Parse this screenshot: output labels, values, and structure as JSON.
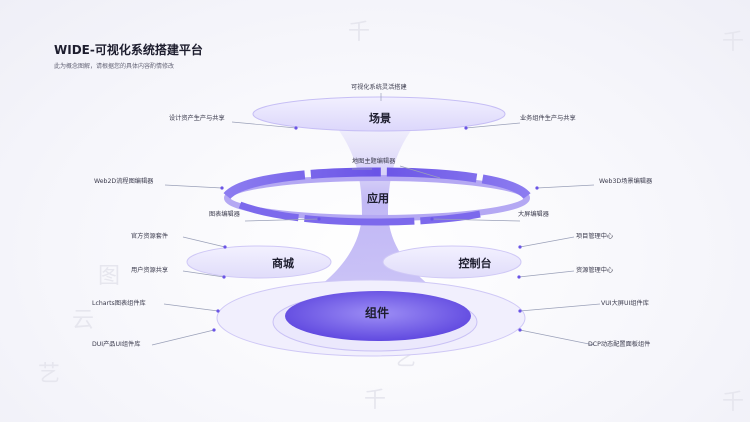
{
  "title": "WIDE-可视化系统搭建平台",
  "subtitle": "此为概念图解，请根据您的具体内容酌情修改",
  "layers": {
    "top": "场景",
    "ring": "应用",
    "left": "商城",
    "right": "控制台",
    "base": "组件"
  },
  "labels": {
    "scene_top": "可视化系统灵活搭建",
    "scene_left": "设计资产生产与共享",
    "scene_right": "业务组件生产与共享",
    "app_top": "地图主题编辑器",
    "app_left_top": "Web2D流程图编辑器",
    "app_right_top": "Web3D场景编辑器",
    "app_left_bottom": "图表编辑器",
    "app_right_bottom": "大屏编辑器",
    "mall_top": "官方资源套件",
    "mall_bottom": "用户资源共享",
    "console_top": "项目管理中心",
    "console_bottom": "资源管理中心",
    "comp_left_top": "Lcharts图表组件库",
    "comp_left_bottom": "DUI产品UI组件库",
    "comp_right_top": "VUI大屏UI组件库",
    "comp_right_bottom": "DCP动态配置面板组件"
  },
  "watermark": [
    "千",
    "云",
    "图",
    "艺"
  ],
  "colors": {
    "accent": "#6a54e6",
    "accent_light": "#b9b2f5",
    "text": "#1d1d2e",
    "muted": "#666678"
  }
}
